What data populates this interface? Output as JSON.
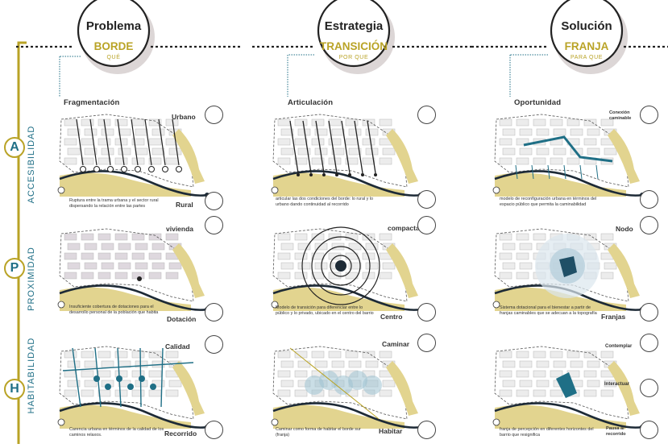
{
  "columns": [
    {
      "title": "Problema",
      "subtitle": "BORDE",
      "tag": "QUÉ",
      "section": "Fragmentación"
    },
    {
      "title": "Estrategia",
      "subtitle": "TRANSICIÓN",
      "tag": "POR QUE",
      "section": "Articulación"
    },
    {
      "title": "Solución",
      "subtitle": "FRANJA",
      "tag": "PARA QUE",
      "section": "Oportunidad"
    }
  ],
  "rows": [
    {
      "letter": "A",
      "name": "ACCESIBILIDAD"
    },
    {
      "letter": "P",
      "name": "PROXIMIDAD"
    },
    {
      "letter": "H",
      "name": "HABITABILIDAD"
    }
  ],
  "panels": {
    "a1": {
      "label_top": "Urbano",
      "label_bottom": "Rural",
      "caption": "Ruptura entre la trama urbana y el sector rural dispersando la relación entre las partes"
    },
    "a2": {
      "caption": "articular las dos condiciones del borde: lo rural y lo urbano dando continuidad al recorrido"
    },
    "a3": {
      "label_top": "Conexión caminable",
      "caption": "modelo de reconfiguración urbana en términos del espacio público que permita la caminabilidad"
    },
    "p1": {
      "label_top": "vivienda",
      "label_bottom": "Dotación",
      "caption": "Insuficiente cobertura de dotaciones para el desarrollo personal de la población que habita"
    },
    "p2": {
      "label_top": "compactar",
      "label_bottom": "Centro",
      "caption": "Modelo de transición para diferenciar entre lo público y lo privado, ubicado en el centro del barrio"
    },
    "p3": {
      "label_top": "Nodo",
      "label_bottom": "Franjas",
      "caption": "Sistema dotacional para el bienestar a partir de franjas caminables que se adecuan a la topografía"
    },
    "h1": {
      "label_top": "Calidad",
      "label_bottom": "Recorrido",
      "caption": "Carencia urbana en términos de la calidad de los caminos relaxos."
    },
    "h2": {
      "label_top": "Caminar",
      "label_bottom": "Habitar",
      "caption": "Caminar como forma de habitar el borde sur (franja)"
    },
    "h3": {
      "label_top": "Contemplar",
      "label_mid": "Interactuar",
      "label_bottom": "Pausa al recorrido",
      "caption": "franja de percepción en diferentes horizontes del barrio que resignifica"
    }
  },
  "colors": {
    "gold": "#b9a326",
    "teal": "#1f6f86",
    "dark": "#2a2a2a",
    "sand": "#e2d48f"
  }
}
